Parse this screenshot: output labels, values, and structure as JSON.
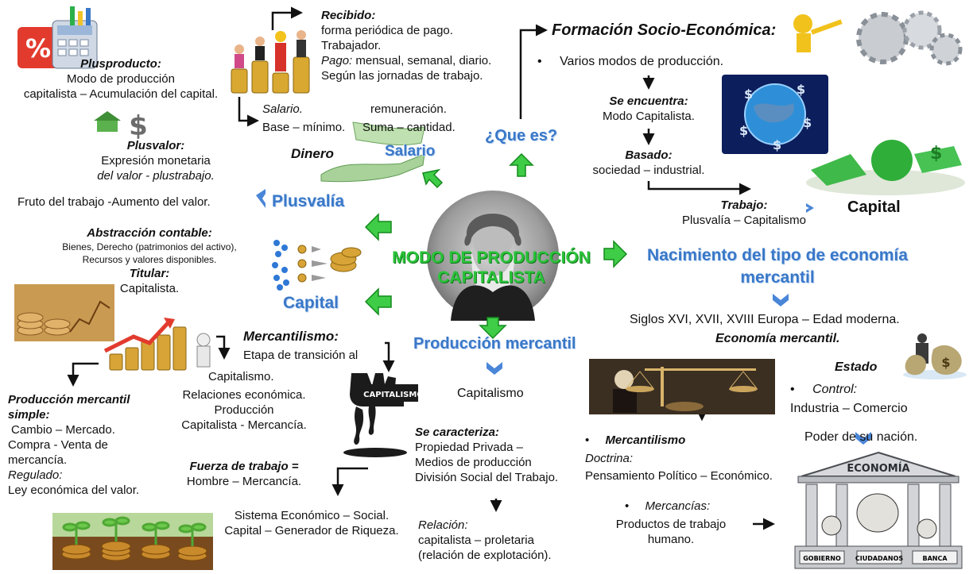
{
  "center": {
    "title_line1": "MODO DE PRODUCCIÓN",
    "title_line2": "CAPITALISTA"
  },
  "headings": {
    "que_es": "¿Que es?",
    "salario": "Salario",
    "dinero": "Dinero",
    "plusvalia": "Plusvalía",
    "capital_left": "Capital",
    "capital_right": "Capital",
    "produccion_mercantil": "Producción mercantil",
    "nacimiento_line1": "Nacimiento del tipo de economía",
    "nacimiento_line2": "mercantil"
  },
  "plusproducto": {
    "title": "Plusproducto:",
    "line1": "Modo de producción",
    "line2": "capitalista – Acumulación del capital."
  },
  "plusvalor": {
    "title": "Plusvalor:",
    "line1": "Expresión monetaria",
    "line2": "del valor - plustrabajo."
  },
  "fruto": "Fruto del trabajo -Aumento del valor.",
  "abstraccion": {
    "title": "Abstracción contable:",
    "line1": "Bienes, Derecho (patrimonios del activo),",
    "line2": "Recursos y valores disponibles.",
    "titular_title": "Titular:",
    "titular_value": "Capitalista."
  },
  "recibido": {
    "title": "Recibido:",
    "line1": "forma periódica de pago.",
    "line2": "Trabajador.",
    "pago_label": "Pago:",
    "pago_value": "mensual, semanal, diario.",
    "line4": "Según las jornadas de trabajo."
  },
  "salario_def": {
    "label": "Salario.",
    "word1": "remuneración.",
    "line2a": "Base – mínimo.",
    "line2b": "Suma – cantidad."
  },
  "formacion": {
    "title": "Formación Socio-Económica:",
    "bullet": "Varios modos de producción.",
    "se_encuentra_title": "Se encuentra:",
    "se_encuentra_value": "Modo Capitalista.",
    "basado_title": "Basado:",
    "basado_value": "sociedad – industrial.",
    "trabajo_title": "Trabajo:",
    "trabajo_value": "Plusvalía – Capitalismo"
  },
  "siglos": "Siglos XVI, XVII, XVIII Europa – Edad moderna.",
  "economia_mercantil": "Economía mercantil.",
  "estado": {
    "title": "Estado",
    "control_label": "Control:",
    "control_value": "Industria – Comercio",
    "poder": "Poder de su nación."
  },
  "mercantilismo_right": {
    "title": "Mercantilismo",
    "doctrina_label": "Doctrina:",
    "doctrina_value": "Pensamiento Político – Económico.",
    "mercancias_label": "Mercancías:",
    "mercancias_line1": "Productos de trabajo",
    "mercancias_line2": "humano."
  },
  "mercantilismo_mid": {
    "title": "Mercantilismo:",
    "line1": "Etapa de transición al",
    "line2": "Capitalismo.",
    "line3": "Relaciones económica.",
    "line4": "Producción",
    "line5": "Capitalista - Mercancía."
  },
  "capitalismo_word": "Capitalismo",
  "capitalismo_logo": "CAPITALISMO",
  "se_caracteriza": {
    "title": "Se caracteriza:",
    "line1": "Propiedad  Privada –",
    "line2": "Medios de producción",
    "line3": "División Social del Trabajo."
  },
  "relacion": {
    "title": "Relación:",
    "line1": "capitalista – proletaria",
    "line2": "(relación de explotación)."
  },
  "produccion_simple": {
    "title_line1": "Producción mercantil",
    "title_line2": "simple:",
    "line1": "Cambio – Mercado.",
    "line2": "Compra - Venta de",
    "line3": "mercancía.",
    "regulado_label": "Regulado:",
    "regulado_value": "Ley económica del valor."
  },
  "fuerza": {
    "title": "Fuerza de trabajo  =",
    "value": "Hombre – Mercancía."
  },
  "sistema": {
    "line1": "Sistema Económico – Social.",
    "line2": "Capital – Generador de Riqueza."
  },
  "economia_building": {
    "roof": "ECONOMÍA",
    "gobierno": "GOBIERNO",
    "ciudadanos": "CIUDADANOS",
    "banca": "BANCA"
  },
  "colors": {
    "blue": "#3a78c8",
    "green": "#2bc23a",
    "dark_green": "#0d7a18"
  },
  "icons": [
    "calculator-icon",
    "workers-icon",
    "gears-icon",
    "globe-icon",
    "green-globe-icon",
    "money-hand-icon",
    "scale-icon",
    "coins-icon",
    "growth-chart-icon",
    "marx-portrait-icon",
    "sprouts-icon",
    "economy-building-icon",
    "money-bag-icon",
    "scale-painting-icon"
  ]
}
